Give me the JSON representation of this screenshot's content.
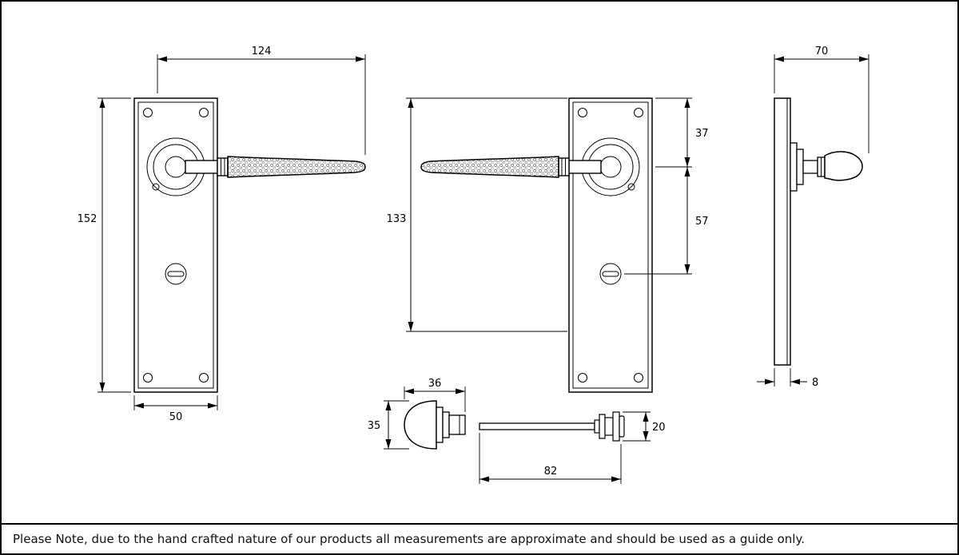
{
  "note": "Please Note, due to the hand crafted nature of our products all measurements are approximate and should be used as a guide only.",
  "dimensions": {
    "lever_length": "124",
    "plate_height": "152",
    "plate_width": "50",
    "centres_height": "133",
    "top_to_handle": "37",
    "handle_to_turn": "57",
    "projection": "70",
    "plate_thickness": "8",
    "turn_width": "36",
    "turn_height": "35",
    "spindle_length": "82",
    "release_height": "20"
  }
}
